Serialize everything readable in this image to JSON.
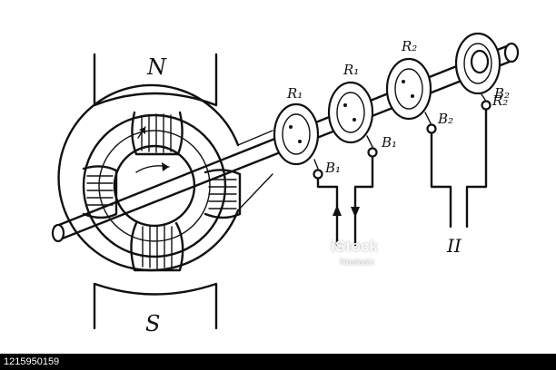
{
  "poles": {
    "north": "N",
    "south": "S"
  },
  "rings": {
    "first_pair": "R₁",
    "second_pair": "R₂"
  },
  "brushes": {
    "first_pair": "B₁",
    "second_pair": "B₂"
  },
  "circuits": {
    "second": "II"
  },
  "watermark": {
    "logo": "iStock",
    "credit": "Nastasic"
  },
  "stock_id": "1215950159",
  "colors": {
    "ink": "#111111",
    "paper": "#ffffff",
    "bar": "#000000"
  }
}
